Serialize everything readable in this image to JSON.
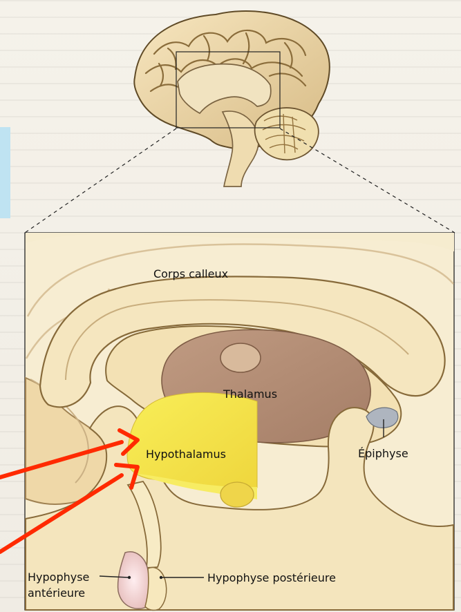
{
  "diagram": {
    "labels": {
      "corps_calleux": "Corps calleux",
      "thalamus": "Thalamus",
      "hypothalamus": "Hypothalamus",
      "epiphyse": "Épiphyse",
      "hypophyse_anterieure_line1": "Hypophyse",
      "hypophyse_anterieure_line2": "antérieure",
      "hypophyse_posterieure": "Hypophyse postérieure"
    },
    "colors": {
      "hypothalamus": "#f6e84a",
      "thalamus": "#b58f77",
      "arrow": "#ff2a00",
      "brain": "#ead7ab",
      "epiphyse": "#aeb5bf"
    }
  }
}
